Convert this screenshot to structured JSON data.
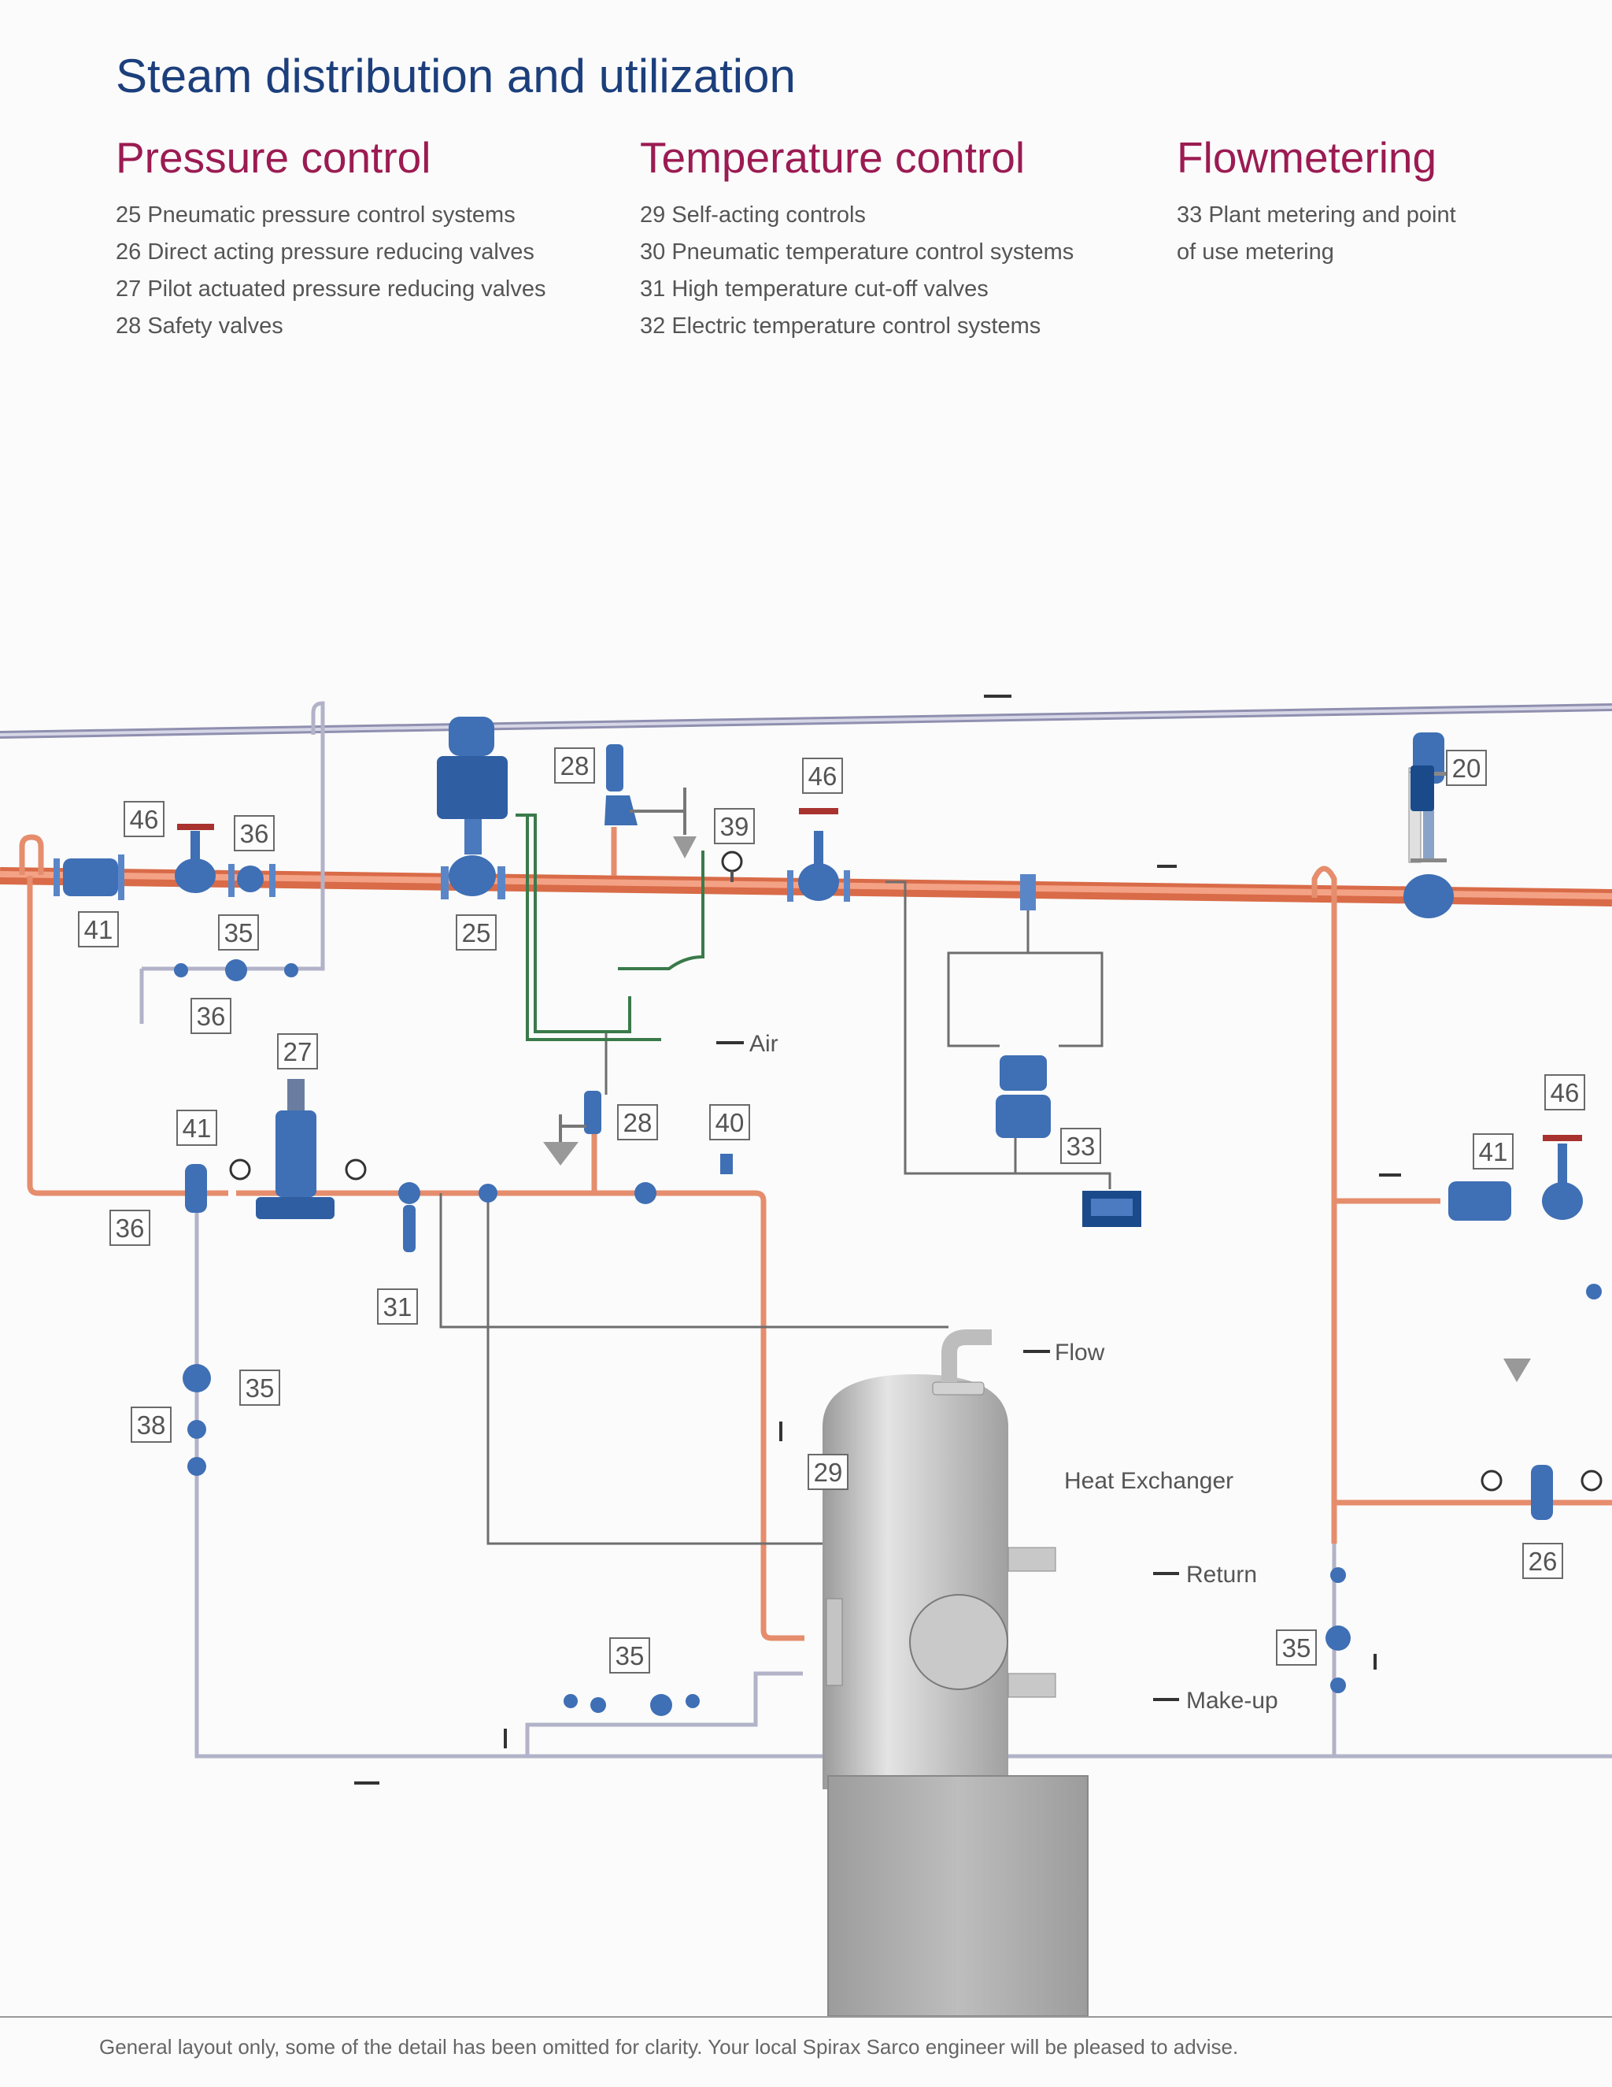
{
  "title": "Steam distribution and utilization",
  "sections": [
    {
      "heading": "Pressure control",
      "items": [
        "25 Pneumatic pressure control systems",
        "26 Direct acting pressure reducing valves",
        "27 Pilot actuated pressure reducing valves",
        "28 Safety valves"
      ]
    },
    {
      "heading": "Temperature control",
      "items": [
        "29 Self-acting controls",
        "30 Pneumatic temperature control systems",
        "31 High temperature cut-off valves",
        "32 Electric temperature control systems"
      ]
    },
    {
      "heading": "Flowmetering",
      "items": [
        "33 Plant metering and point",
        "of use metering"
      ]
    }
  ],
  "diagram": {
    "tags": [
      "46",
      "36",
      "41",
      "35",
      "36",
      "25",
      "28",
      "46",
      "39",
      "20",
      "27",
      "41",
      "28",
      "40",
      "36",
      "31",
      "35",
      "38",
      "29",
      "33",
      "41",
      "46",
      "26",
      "35",
      "35"
    ],
    "labels": {
      "air": "Air",
      "flow": "Flow",
      "heat_exchanger": "Heat Exchanger",
      "return": "Return",
      "makeup": "Make-up"
    },
    "colors": {
      "steam_pipe": "#ef8a68",
      "condensate_pipe": "#b4b4c6",
      "air_line": "#3a7a4a",
      "valve": "#3f6fb5",
      "vessel": "#c8c8c8",
      "handwheel": "#a8322e"
    },
    "icons": [
      "globe-valve-icon",
      "strainer-icon",
      "steam-trap-icon",
      "safety-valve-icon",
      "control-valve-icon",
      "pressure-gauge-icon",
      "controller-icon",
      "flowmeter-icon",
      "heat-exchanger-icon"
    ]
  },
  "footer": "General layout only, some of the detail has been omitted for clarity. Your local Spirax Sarco engineer will be pleased to advise."
}
